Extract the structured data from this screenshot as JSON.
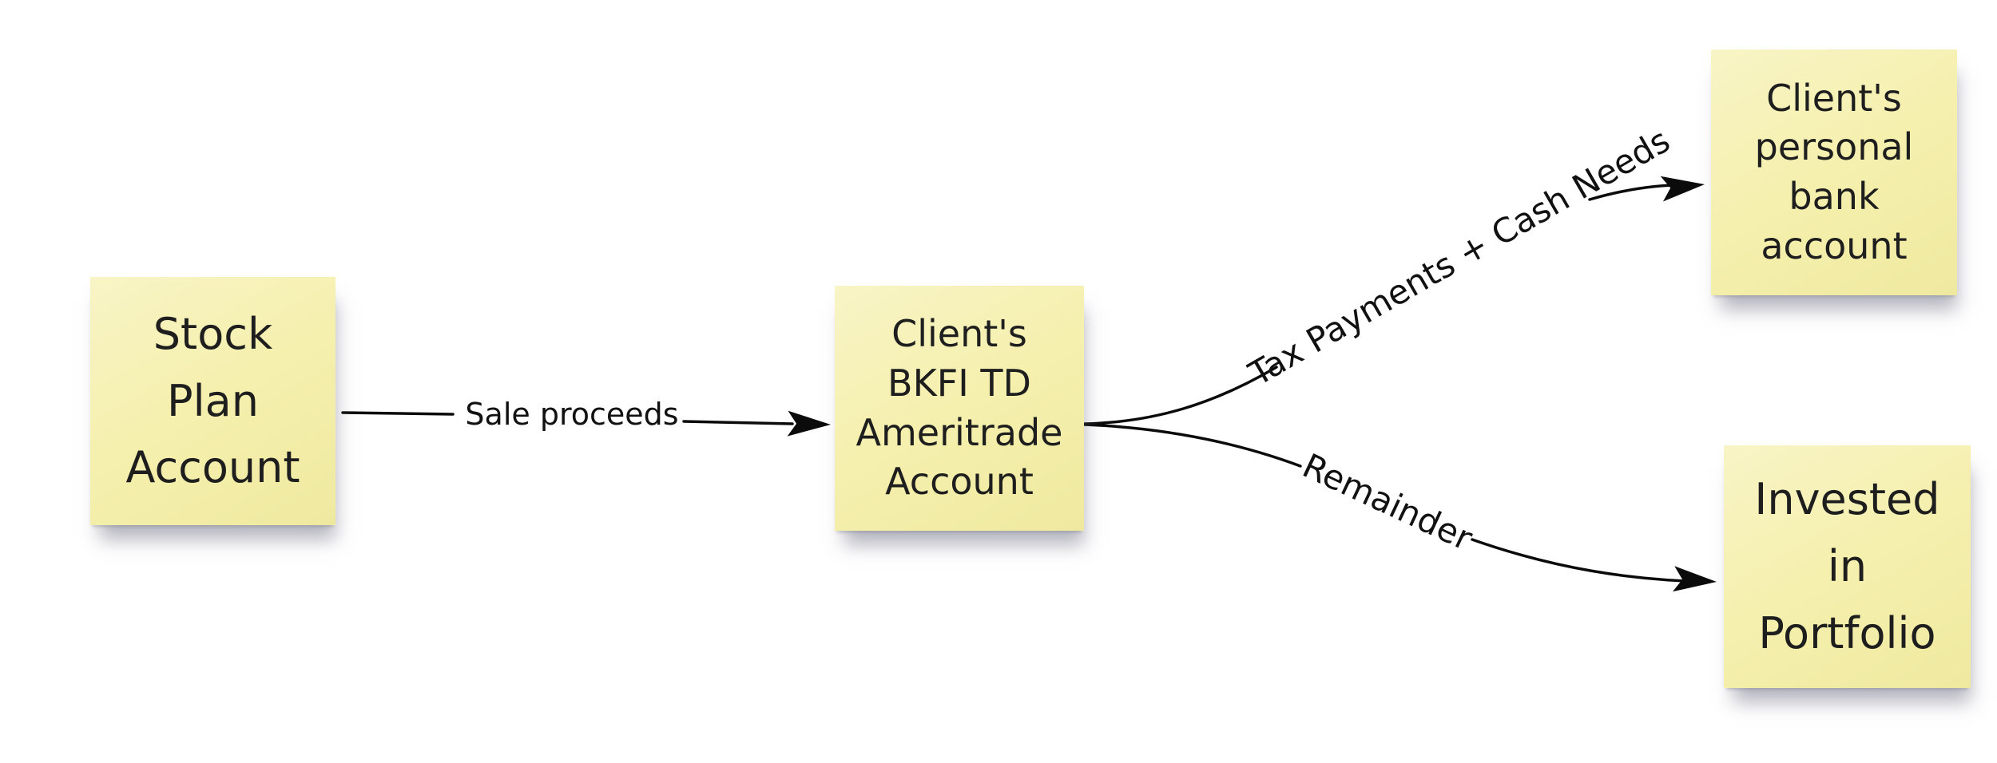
{
  "diagram": {
    "notes": [
      {
        "id": "stock-plan-account",
        "label": "Stock\nPlan\nAccount"
      },
      {
        "id": "bkfi-td-ameritrade-account",
        "label": "Client's\nBKFI TD\nAmeritrade\nAccount"
      },
      {
        "id": "personal-bank-account",
        "label": "Client's\npersonal\nbank\naccount"
      },
      {
        "id": "invested-in-portfolio",
        "label": "Invested\nin\nPortfolio"
      }
    ],
    "flows": [
      {
        "label": "Sale proceeds",
        "from": "Stock Plan Account",
        "to": "Client's BKFI TD Ameritrade Account"
      },
      {
        "label": "Tax Payments + Cash Needs",
        "from": "Client's BKFI TD Ameritrade Account",
        "to": "Client's personal bank account"
      },
      {
        "label": "Remainder",
        "from": "Client's BKFI TD Ameritrade Account",
        "to": "Invested in Portfolio"
      }
    ],
    "colors": {
      "background": "#ffffff",
      "note_fill": "#f5f0ae",
      "note_text": "#1e1e1e",
      "arrow": "#0b0b0b"
    }
  }
}
